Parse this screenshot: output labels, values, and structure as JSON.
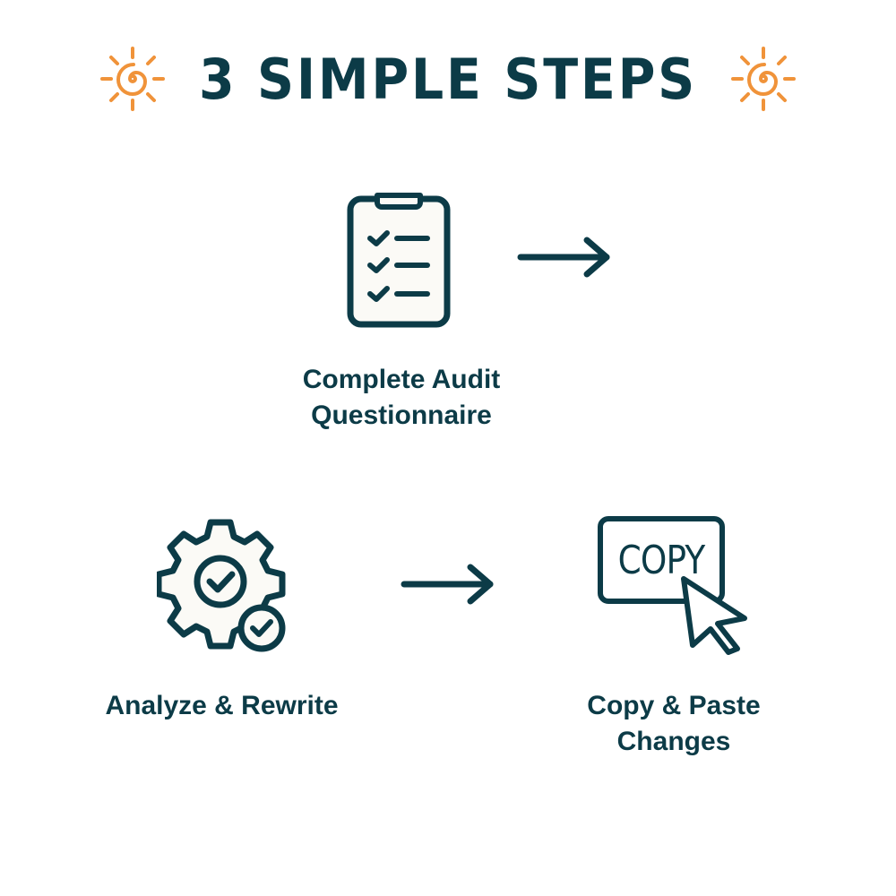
{
  "header": {
    "title": "3 SIMPLE STEPS",
    "accent_color": "#f0933a",
    "text_color": "#0c3b47"
  },
  "steps": [
    {
      "label_line1": "Complete Audit",
      "label_line2": "Questionnaire",
      "icon": "clipboard-checklist-icon"
    },
    {
      "label_line1": "Analyze & Rewrite",
      "icon": "gear-check-icon"
    },
    {
      "label_line1": "Copy & Paste",
      "label_line2": "Changes",
      "icon": "copy-cursor-icon",
      "icon_text": "COPY"
    }
  ]
}
